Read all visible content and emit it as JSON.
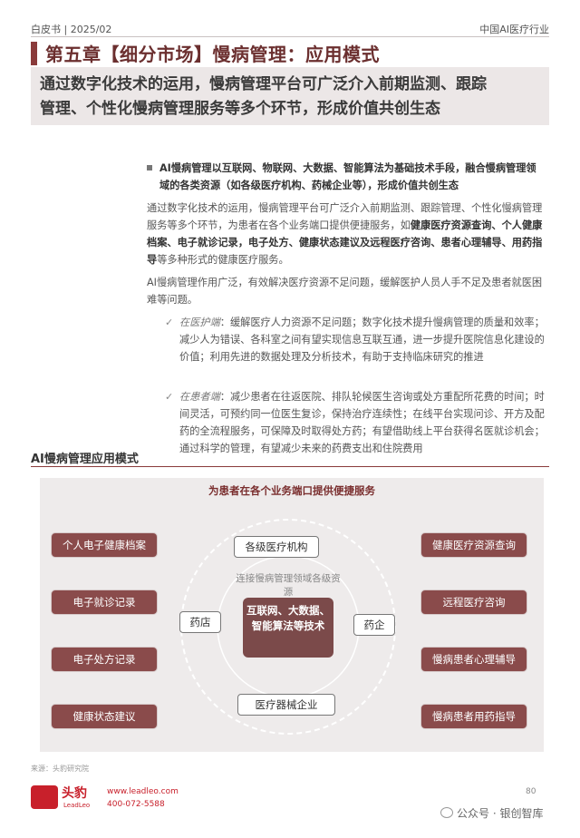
{
  "header": {
    "left": "白皮书 | 2025/02",
    "right": "中国AI医疗行业"
  },
  "title": "第五章【细分市场】慢病管理：应用模式",
  "banner": {
    "line1": "通过数字化技术的运用，慢病管理平台可广泛介入前期监测、跟踪",
    "line2": "管理、个性化慢病管理服务等多个环节，形成价值共创生态"
  },
  "key_point": "AI慢病管理以互联网、物联网、大数据、智能算法为基础技术手段，融合慢病管理领域的各类资源（如各级医疗机构、药械企业等），形成价值共创生态",
  "para1": {
    "plain": "通过数字化技术的运用，慢病管理平台可广泛介入前期监测、跟踪管理、个性化慢病管理服务等多个环节，为患者在各个业务端口提供便捷服务，如",
    "bold": "健康医疗资源查询、个人健康档案、电子就诊记录，电子处方、健康状态建议及远程医疗咨询、患者心理辅导、用药指导",
    "tail": "等多种形式的健康医疗服务。"
  },
  "para2": "AI慢病管理作用广泛，有效解决医疗资源不足问题，缓解医护人员人手不足及患者就医困难等问题。",
  "checks": [
    {
      "mark": "✓",
      "label": "在医护端",
      "text": "：缓解医疗人力资源不足问题；数字化技术提升慢病管理的质量和效率；减少人为错误、各科室之间有望实现信息互联互通，进一步提升医院信息化建设的价值；利用先进的数据处理及分析技术，有助于支持临床研究的推进"
    },
    {
      "mark": "✓",
      "label": "在患者端",
      "text": "：减少患者在往返医院、排队轮候医生咨询或处方重配所花费的时间；时间灵活，可预约同一位医生复诊，保持治疗连续性；在线平台实现问诊、开方及配药的全流程服务，可保障及时取得处方药；有望借助线上平台获得名医就诊机会；通过科学的管理，有望减少未来的药费支出和住院费用"
    }
  ],
  "section_title": "AI慢病管理应用模式",
  "diagram": {
    "top_label": "为患者在各个业务端口提供便捷服务",
    "left": [
      "个人电子健康档案",
      "电子就诊记录",
      "电子处方记录",
      "健康状态建议"
    ],
    "right": [
      "健康医疗资源查询",
      "远程医疗咨询",
      "慢病患者心理辅导",
      "慢病患者用药指导"
    ],
    "ring_nodes": {
      "top": "各级医疗机构",
      "left": "药店",
      "right": "药企",
      "bottom": "医疗器械企业"
    },
    "connect_label": "连接慢病管理领域各级资源",
    "center": "互联网、大数据、智能算法等技术"
  },
  "footer": {
    "source": "来源：头豹研究院",
    "logo_text": "头豹",
    "logo_sub": "LeadLeo",
    "website": "www.leadleo.com",
    "phone": "400-072-5588",
    "page": "80",
    "wechat": "公众号 · 银创智库"
  },
  "colors": {
    "brand": "#8a3b3b",
    "box_fill": "#8a4b4b",
    "panel": "#eeebeb",
    "logo_red": "#c8202b"
  }
}
